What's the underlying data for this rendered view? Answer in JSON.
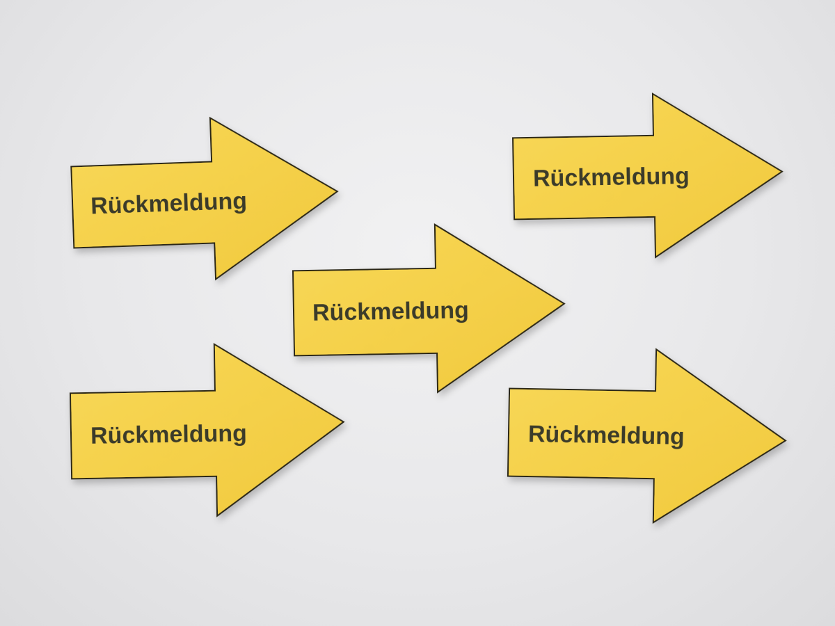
{
  "colors": {
    "background": "#e9e9eb",
    "arrow_fill": "#f6d24a",
    "arrow_edge": "#2a2616",
    "text": "#3b3a2a"
  },
  "arrows": [
    {
      "label": "Rückmeldung",
      "direction": "right"
    },
    {
      "label": "Rückmeldung",
      "direction": "right"
    },
    {
      "label": "Rückmeldung",
      "direction": "right"
    },
    {
      "label": "Rückmeldung",
      "direction": "right"
    },
    {
      "label": "Rückmeldung",
      "direction": "right"
    }
  ]
}
